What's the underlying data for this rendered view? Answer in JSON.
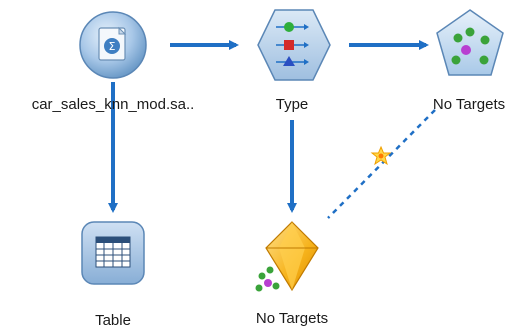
{
  "diagram": {
    "nodes": {
      "source": {
        "label": "car_sales_knn_mod.sa..",
        "icon": "sas-file-source-icon"
      },
      "type": {
        "label": "Type",
        "icon": "type-node-icon"
      },
      "knn_model": {
        "label": "No Targets",
        "icon": "knn-modeling-icon"
      },
      "table": {
        "label": "Table",
        "icon": "table-output-icon"
      },
      "knn_nugget": {
        "label": "No Targets",
        "icon": "model-nugget-icon"
      }
    },
    "link_color": "#1f6fc5",
    "dashed_link_color": "#1f6fc5"
  }
}
